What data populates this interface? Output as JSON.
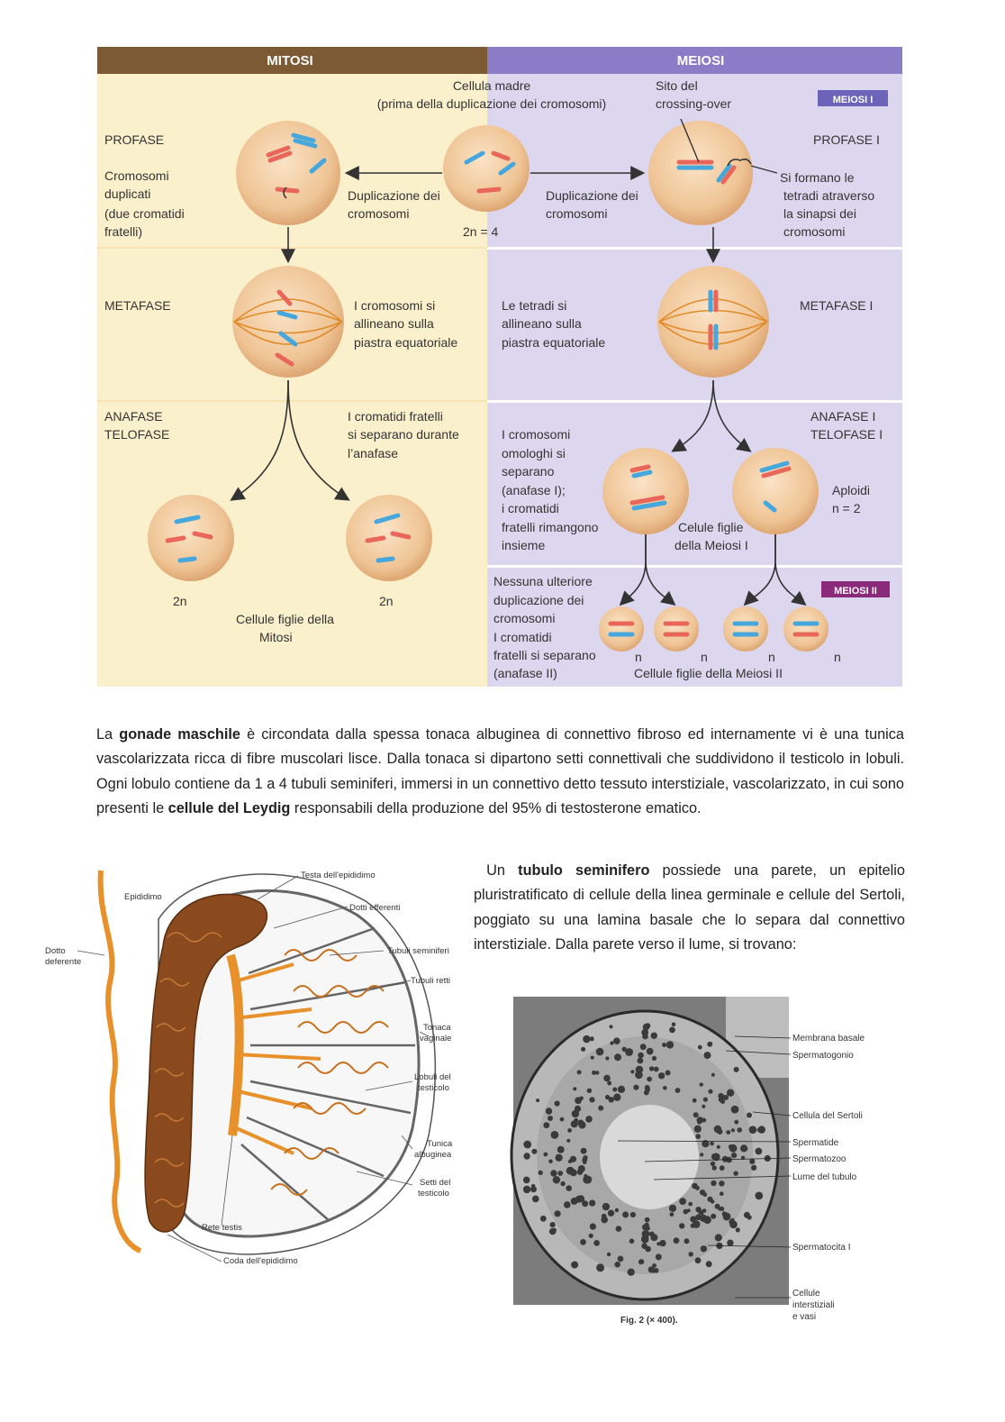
{
  "figure1": {
    "headers": {
      "mitosis": "MITOSI",
      "meiosis": "MEIOSI"
    },
    "badges": {
      "meiosis1": "MEIOSI I",
      "meiosis2": "MEIOSI II"
    },
    "labels": {
      "mother_cell_1": "Cellula madre",
      "mother_cell_2": "(prima della duplicazione dei cromosomi)",
      "crossover_1": "Sito del",
      "crossover_2": "crossing-over",
      "prophase": "PROFASE",
      "prophase1": "PROFASE  I",
      "dup_chrom_1": "Cromosomi",
      "dup_chrom_2": "duplicati",
      "dup_chrom_3": "(due cromatidi",
      "dup_chrom_4": "fratelli)",
      "dup_left_1": "Duplicazione dei",
      "dup_left_2": "cromosomi",
      "ploidy_mother": "2n = 4",
      "dup_right_1": "Duplicazione dei",
      "dup_right_2": "cromosomi",
      "tetrads_1": "Si formano le",
      "tetrads_2": "tetradi atraverso",
      "tetrads_3": "la sinapsi dei",
      "tetrads_4": "cromosomi",
      "metaphase": "METAFASE",
      "meta_mit_1": "I cromosomi si",
      "meta_mit_2": "allineano sulla",
      "meta_mit_3": "piastra equatoriale",
      "meta_mei_1": "Le tetradi si",
      "meta_mei_2": "allineano sulla",
      "meta_mei_3": "piastra equatoriale",
      "metaphase1": "METAFASE  I",
      "anaphase": "ANAFASE",
      "telophase": "TELOFASE",
      "ana_mit_1": "I cromatidi fratelli",
      "ana_mit_2": "si separano durante",
      "ana_mit_3": "l’anafase",
      "anaphase1": "ANAFASE  I",
      "telophase1": "TELOFASE I",
      "homol_1": "I cromosomi",
      "homol_2": "omologhi si",
      "homol_3": "separano",
      "homol_4": "(anafase I);",
      "homol_5": "i cromatidi",
      "homol_6": "fratelli rimangono",
      "homol_7": "insieme",
      "daughters_m1_1": "Celule figlie",
      "daughters_m1_2": "della Meiosi I",
      "haploid_1": "Aploidi",
      "haploid_2": "n = 2",
      "n2_left": "2n",
      "n2_right": "2n",
      "daughters_mit_1": "Cellule figlie della",
      "daughters_mit_2": "Mitosi",
      "no_dup_1": "Nessuna ulteriore",
      "no_dup_2": "duplicazione dei",
      "no_dup_3": "cromosomi",
      "no_dup_4": "I cromatidi",
      "no_dup_5": "fratelli si separano",
      "no_dup_6": "(anafase II)",
      "n_a": "n",
      "n_b": "n",
      "n_c": "n",
      "n_d": "n",
      "daughters_m2": "Cellule figlie della Meiosi II"
    }
  },
  "paragraph1": {
    "p1": "La ",
    "b1": "gonade maschile",
    "p2": " è circondata dalla spessa tonaca albuginea di connettivo fibroso ed internamente vi è una tunica vascolarizzata ricca di fibre muscolari lisce. Dalla tonaca si dipartono setti connettivali che suddividono il testicolo in lobuli. Ogni lobulo contiene da 1 a 4 tubuli seminiferi, immersi in un connettivo detto tessuto interstiziale, vascolarizzato, in cui sono presenti le ",
    "b2": "cellule del Leydig",
    "p3": " responsabili della produzione del 95% di testosterone ematico."
  },
  "paragraph2": {
    "p1": "Un ",
    "b1": "tubulo seminifero",
    "p2": " possiede una parete, un epitelio pluristratificato di cellule della linea germinale e cellule del Sertoli, poggiato su una lamina basale che lo separa dal connettivo interstiziale. Dalla parete verso il lume, si trovano:"
  },
  "testis": {
    "labels": {
      "head": "Testa dell'epididimo",
      "epididymis": "Epididimo",
      "efferent": "Dotti efferenti",
      "vas_1": "Dotto",
      "vas_2": "deferente",
      "seminiferous": "Tubuli seminiferi",
      "straight": "Tubuli retti",
      "vaginalis_1": "Tonaca",
      "vaginalis_2": "vaginale",
      "lobules_1": "Lobuli del",
      "lobules_2": "testicolo",
      "albuginea_1": "Tunica",
      "albuginea_2": "albuginea",
      "septa_1": "Setti del",
      "septa_2": "testicolo",
      "rete": "Rete testis",
      "tail": "Coda dell'epididimo"
    }
  },
  "micrograph": {
    "labels": {
      "basal": "Membrana basale",
      "spermatogonium": "Spermatogonio",
      "sertoli": "Cellula del Sertoli",
      "spermatid": "Spermatide",
      "spermatozoon": "Spermatozoo",
      "lumen": "Lume del tubulo",
      "spermatocyte": "Spermatocita I",
      "interstitial_1": "Cellule",
      "interstitial_2": "interstiziali",
      "interstitial_3": "e vasi",
      "caption": "Fig. 2 (× 400)."
    }
  }
}
